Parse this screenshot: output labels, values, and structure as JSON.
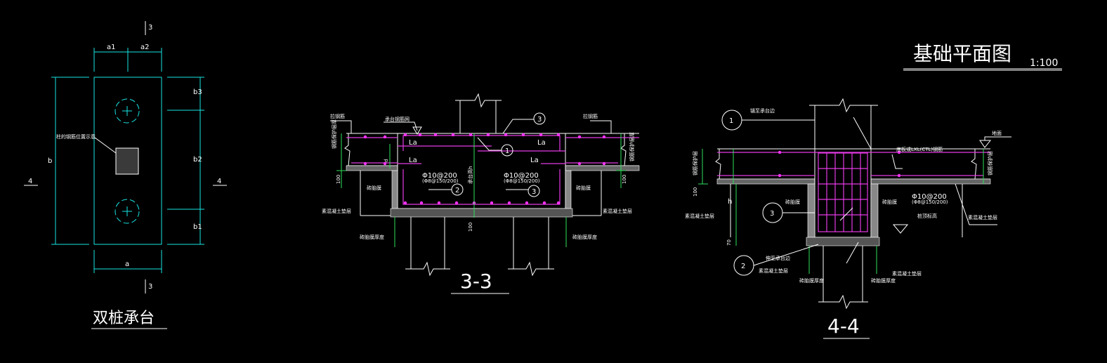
{
  "colors": {
    "background": "#000000",
    "line": "#ffffff",
    "cyan": "#19e3e3",
    "green": "#2ee05a",
    "rebar": "#e43ae4"
  },
  "plan": {
    "title": "双桩承台",
    "section_mark": "3",
    "side_mark": "4",
    "dims": {
      "a1": "a1",
      "a2": "a2",
      "a": "a",
      "b": "b",
      "b1": "b1",
      "b2": "b2",
      "b3": "b3"
    },
    "column_note": "柱的钢筋位置示意"
  },
  "section33": {
    "title": "3-3",
    "left_top": "拉钢筋",
    "left_side": "钢筋保护层厚",
    "right_top": "拉钢筋",
    "right_side": "钢筋保护层厚",
    "cap_top_note": "承台钢筋网",
    "la": "La",
    "bar_note_left": "Φ10@200",
    "bar_note_right": "Φ10@200",
    "bar_sub": "(Φ8@150/200)",
    "depth_label": "承台高h",
    "d_label": "d",
    "dim100": "100",
    "cushion_left": "砖胎膜",
    "cushion_right": "砖胎膜",
    "concrete_left": "素混凝土垫层",
    "concrete_right": "素混凝土垫层",
    "cover_left": "砖胎膜厚度",
    "cover_right": "砖胎膜厚度",
    "callout1": "1",
    "callout2": "2",
    "callout3": "3"
  },
  "section44": {
    "title": "4-4",
    "heading": "基础平面图",
    "scale": "1:100",
    "beam_note": "底板或LXL(CTL)钢筋",
    "top_note": "锚至承台边",
    "floor_label": "地面",
    "left_cover": "钢筋保护层",
    "right_cover": "钢筋保护层",
    "dim100": "100",
    "dim70": "70",
    "h_label": "h",
    "bar_note": "Φ10@200",
    "bar_sub": "(Φ8@150/200)",
    "brick_left": "砖胎膜",
    "brick_right": "砖胎膜",
    "concrete_left": "素混凝土垫层",
    "concrete_right": "素混凝土垫层",
    "pile_note": "桩顶标高",
    "lower_note": "伸至承台边",
    "cover_left": "砖胎膜厚度",
    "cover_right": "砖胎膜厚度",
    "callout1": "1",
    "callout2": "2",
    "callout3": "3"
  }
}
